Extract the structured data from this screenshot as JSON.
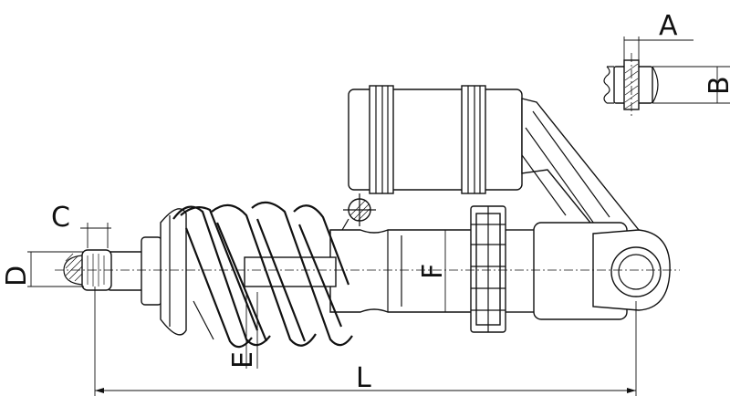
{
  "labels": {
    "A": "A",
    "B": "B",
    "C": "C",
    "D": "D",
    "E": "E",
    "F": "F",
    "L": "L"
  }
}
